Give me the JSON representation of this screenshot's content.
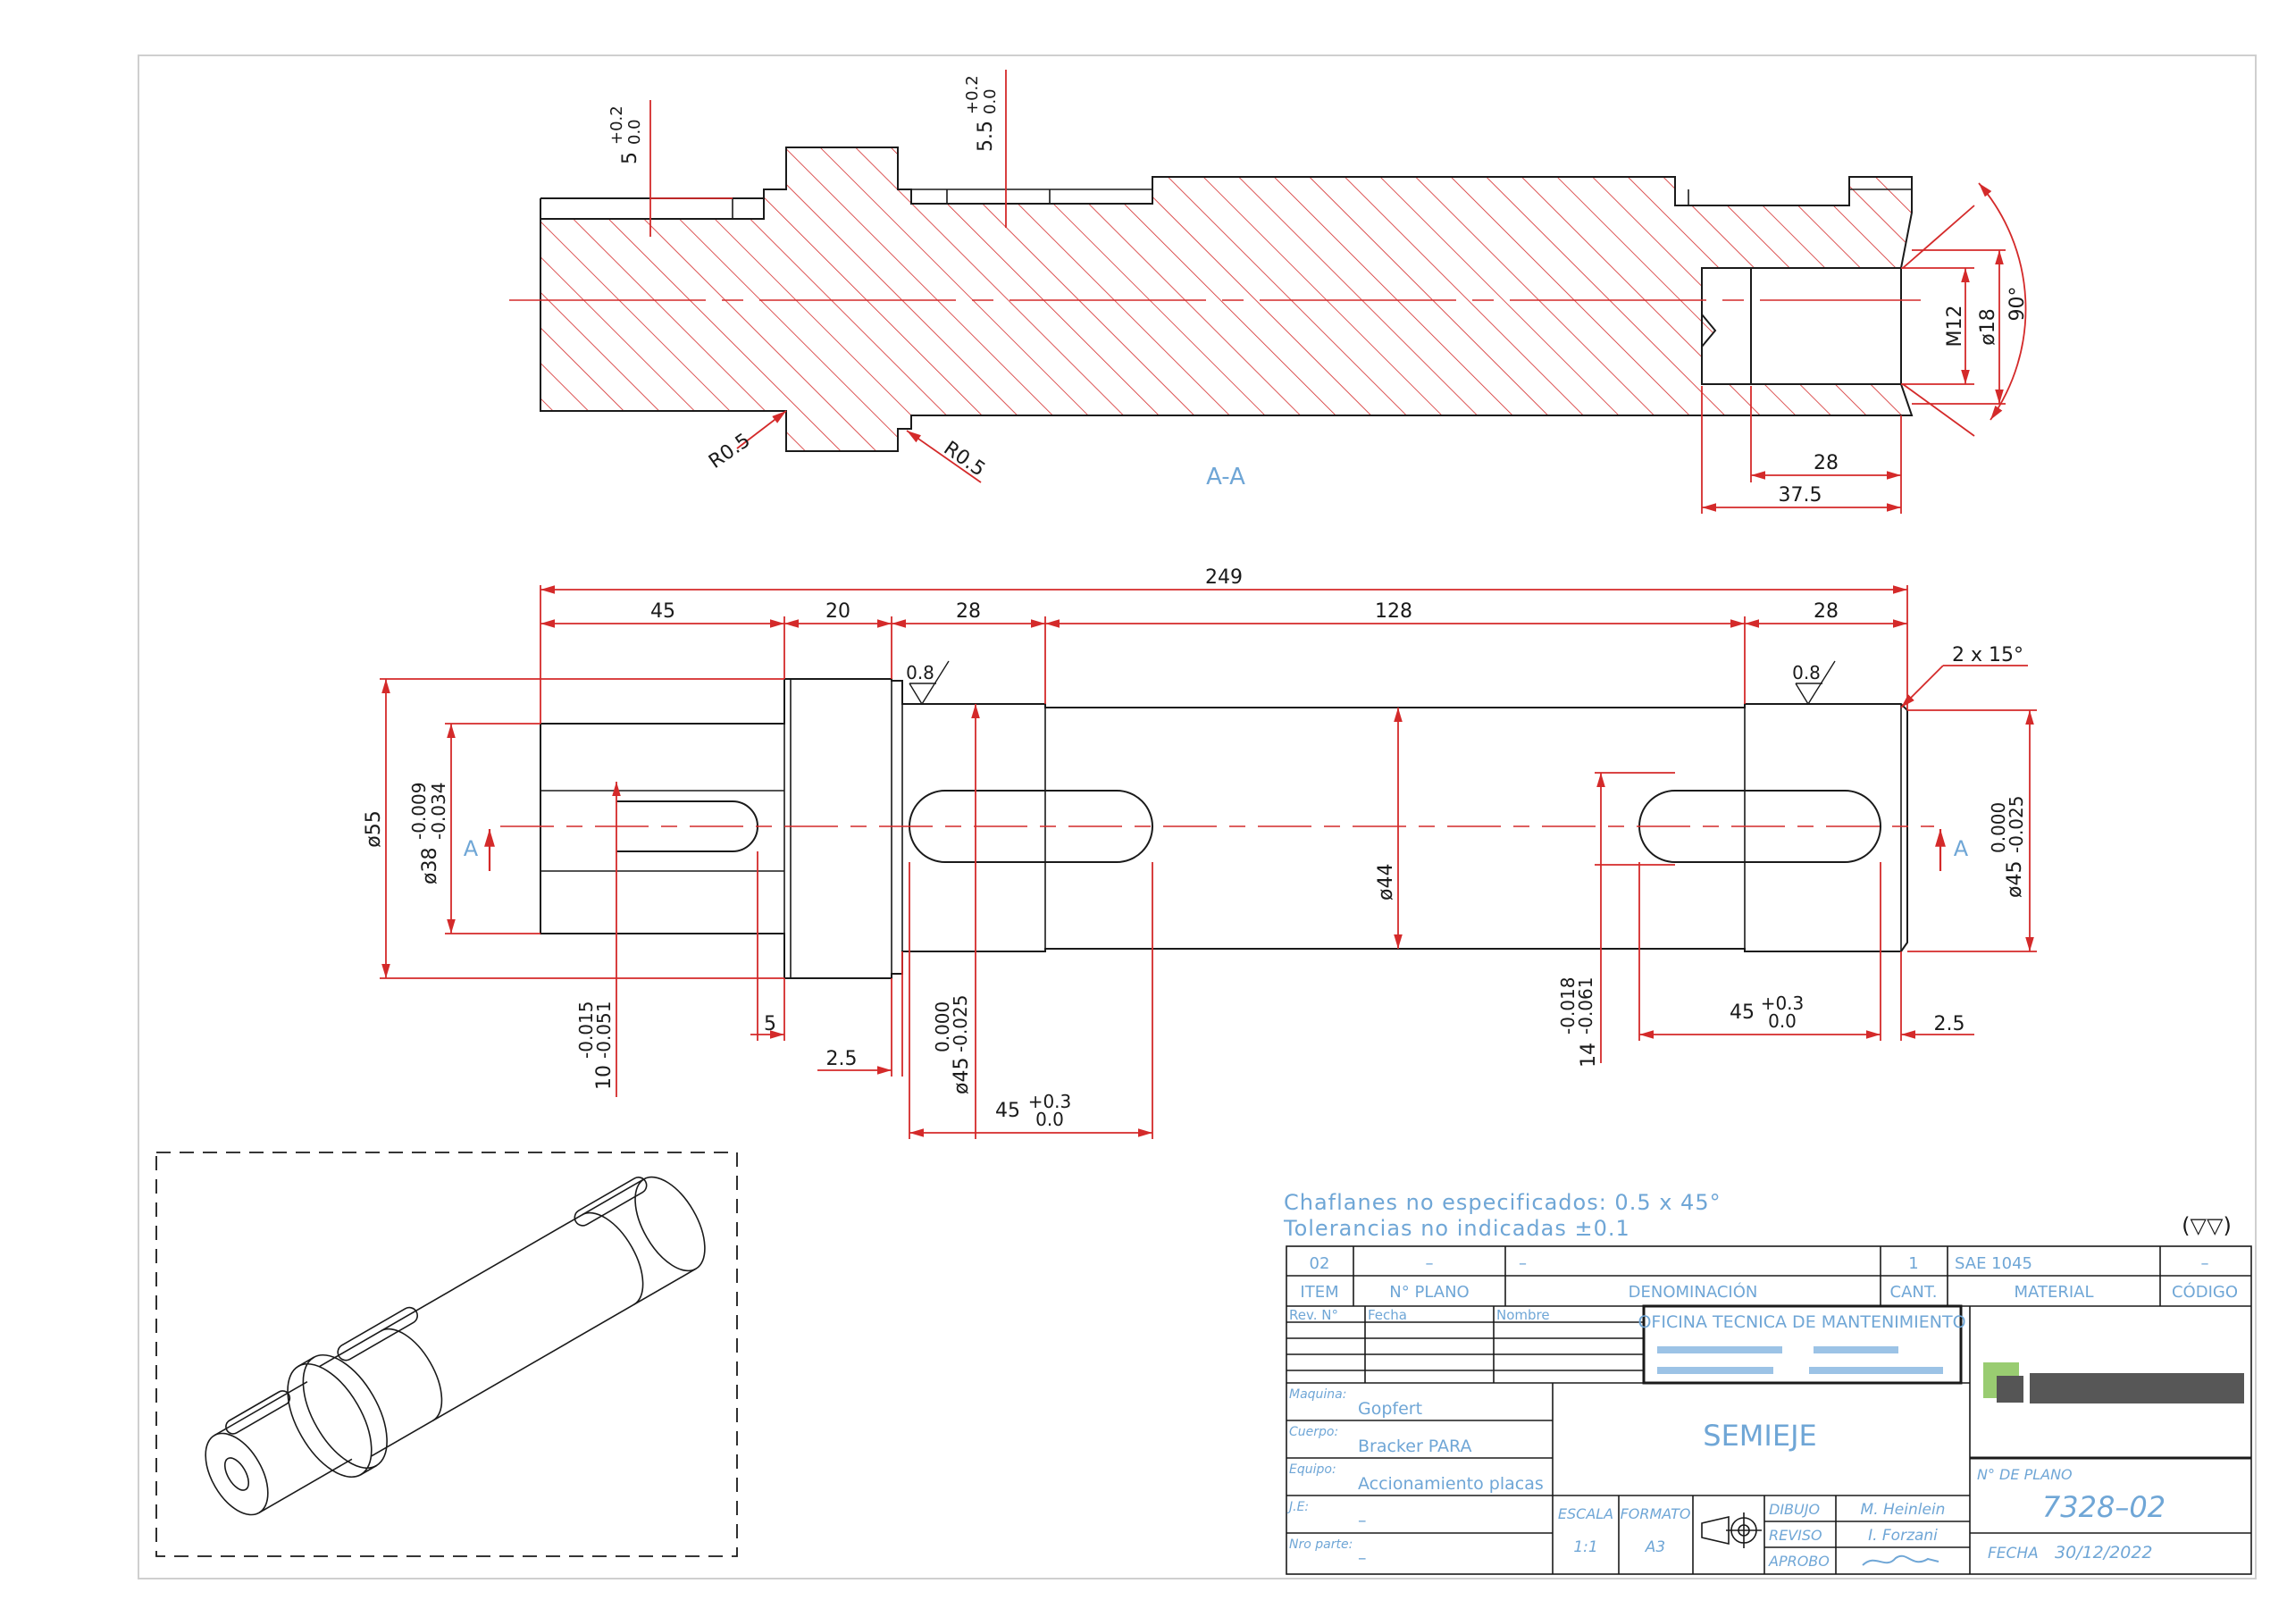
{
  "colors": {
    "line": "#d42a2a",
    "outline": "#1a1a1a",
    "note": "#6fa6d6",
    "hatch": "#d42a2a"
  },
  "section": {
    "label": "A-A",
    "dims": {
      "slot1_depth": "5",
      "slot1_tol_up": "+0.2",
      "slot1_tol_lo": "0.0",
      "slot2_depth": "5.5",
      "slot2_tol_up": "+0.2",
      "slot2_tol_lo": "0.0",
      "thread": "M12",
      "bore": "ø18",
      "angle": "90°",
      "radius_left": "R0.5",
      "radius_right": "R0.5",
      "bore_depth": "28",
      "drill_depth": "37.5"
    }
  },
  "front": {
    "overall": "249",
    "d45": "45",
    "d20": "20",
    "d28a": "28",
    "d128": "128",
    "d28b": "28",
    "chamfer": "2 x 15°",
    "rough1": "0.8",
    "rough2": "0.8",
    "dia55": "ø55",
    "dia38": "ø38",
    "dia38_up": "-0.009",
    "dia38_lo": "-0.034",
    "dia44": "ø44",
    "dia45l": "ø45",
    "dia45l_up": "0.000",
    "dia45l_lo": "-0.025",
    "dia45r": "ø45",
    "dia45r_up": "0.000",
    "dia45r_lo": "-0.025",
    "key10": "10",
    "key10_up": "-0.015",
    "key10_lo": "-0.051",
    "key14": "14",
    "key14_up": "-0.018",
    "key14_lo": "-0.061",
    "d5": "5",
    "d25a": "2.5",
    "d25b": "2.5",
    "slot_len_l": "45",
    "slot_len_l_up": "+0.3",
    "slot_len_l_lo": "0.0",
    "slot_len_r": "45",
    "slot_len_r_up": "+0.3",
    "slot_len_r_lo": "0.0",
    "section_mark": "A"
  },
  "notes": {
    "line1": "Chaflanes no especificados: 0.5 x 45°",
    "line2": "Tolerancias no indicadas ±0.1",
    "finish": "(▽▽)"
  },
  "title_block": {
    "row": {
      "item": "02",
      "plano": "–",
      "denom": "–",
      "cant": "1",
      "material": "SAE 1045",
      "codigo": "–"
    },
    "headers": {
      "item": "ITEM",
      "plano": "N° PLANO",
      "denom": "DENOMINACIÓN",
      "cant": "CANT.",
      "material": "MATERIAL",
      "codigo": "CÓDIGO"
    },
    "rev": {
      "rev": "Rev. N°",
      "fecha": "Fecha",
      "nombre": "Nombre"
    },
    "office": "OFICINA TECNICA DE MANTENIMIENTO",
    "maquina_lbl": "Maquina:",
    "maquina": "Gopfert",
    "cuerpo_lbl": "Cuerpo:",
    "cuerpo": "Bracker PARA",
    "equipo_lbl": "Equipo:",
    "equipo": "Accionamiento placas",
    "je_lbl": "J.E:",
    "je": "–",
    "parte_lbl": "Nro parte:",
    "parte": "–",
    "title": "SEMIEJE",
    "escala_lbl": "ESCALA",
    "escala": "1:1",
    "formato_lbl": "FORMATO",
    "formato": "A3",
    "dibujo_lbl": "DIBUJO",
    "dibujo": "M. Heinlein",
    "reviso_lbl": "REVISO",
    "reviso": "I. Forzani",
    "aprobo_lbl": "APROBO",
    "plano_lbl": "N° DE PLANO",
    "plano_num": "7328–02",
    "fecha_lbl": "FECHA",
    "fecha": "30/12/2022"
  }
}
